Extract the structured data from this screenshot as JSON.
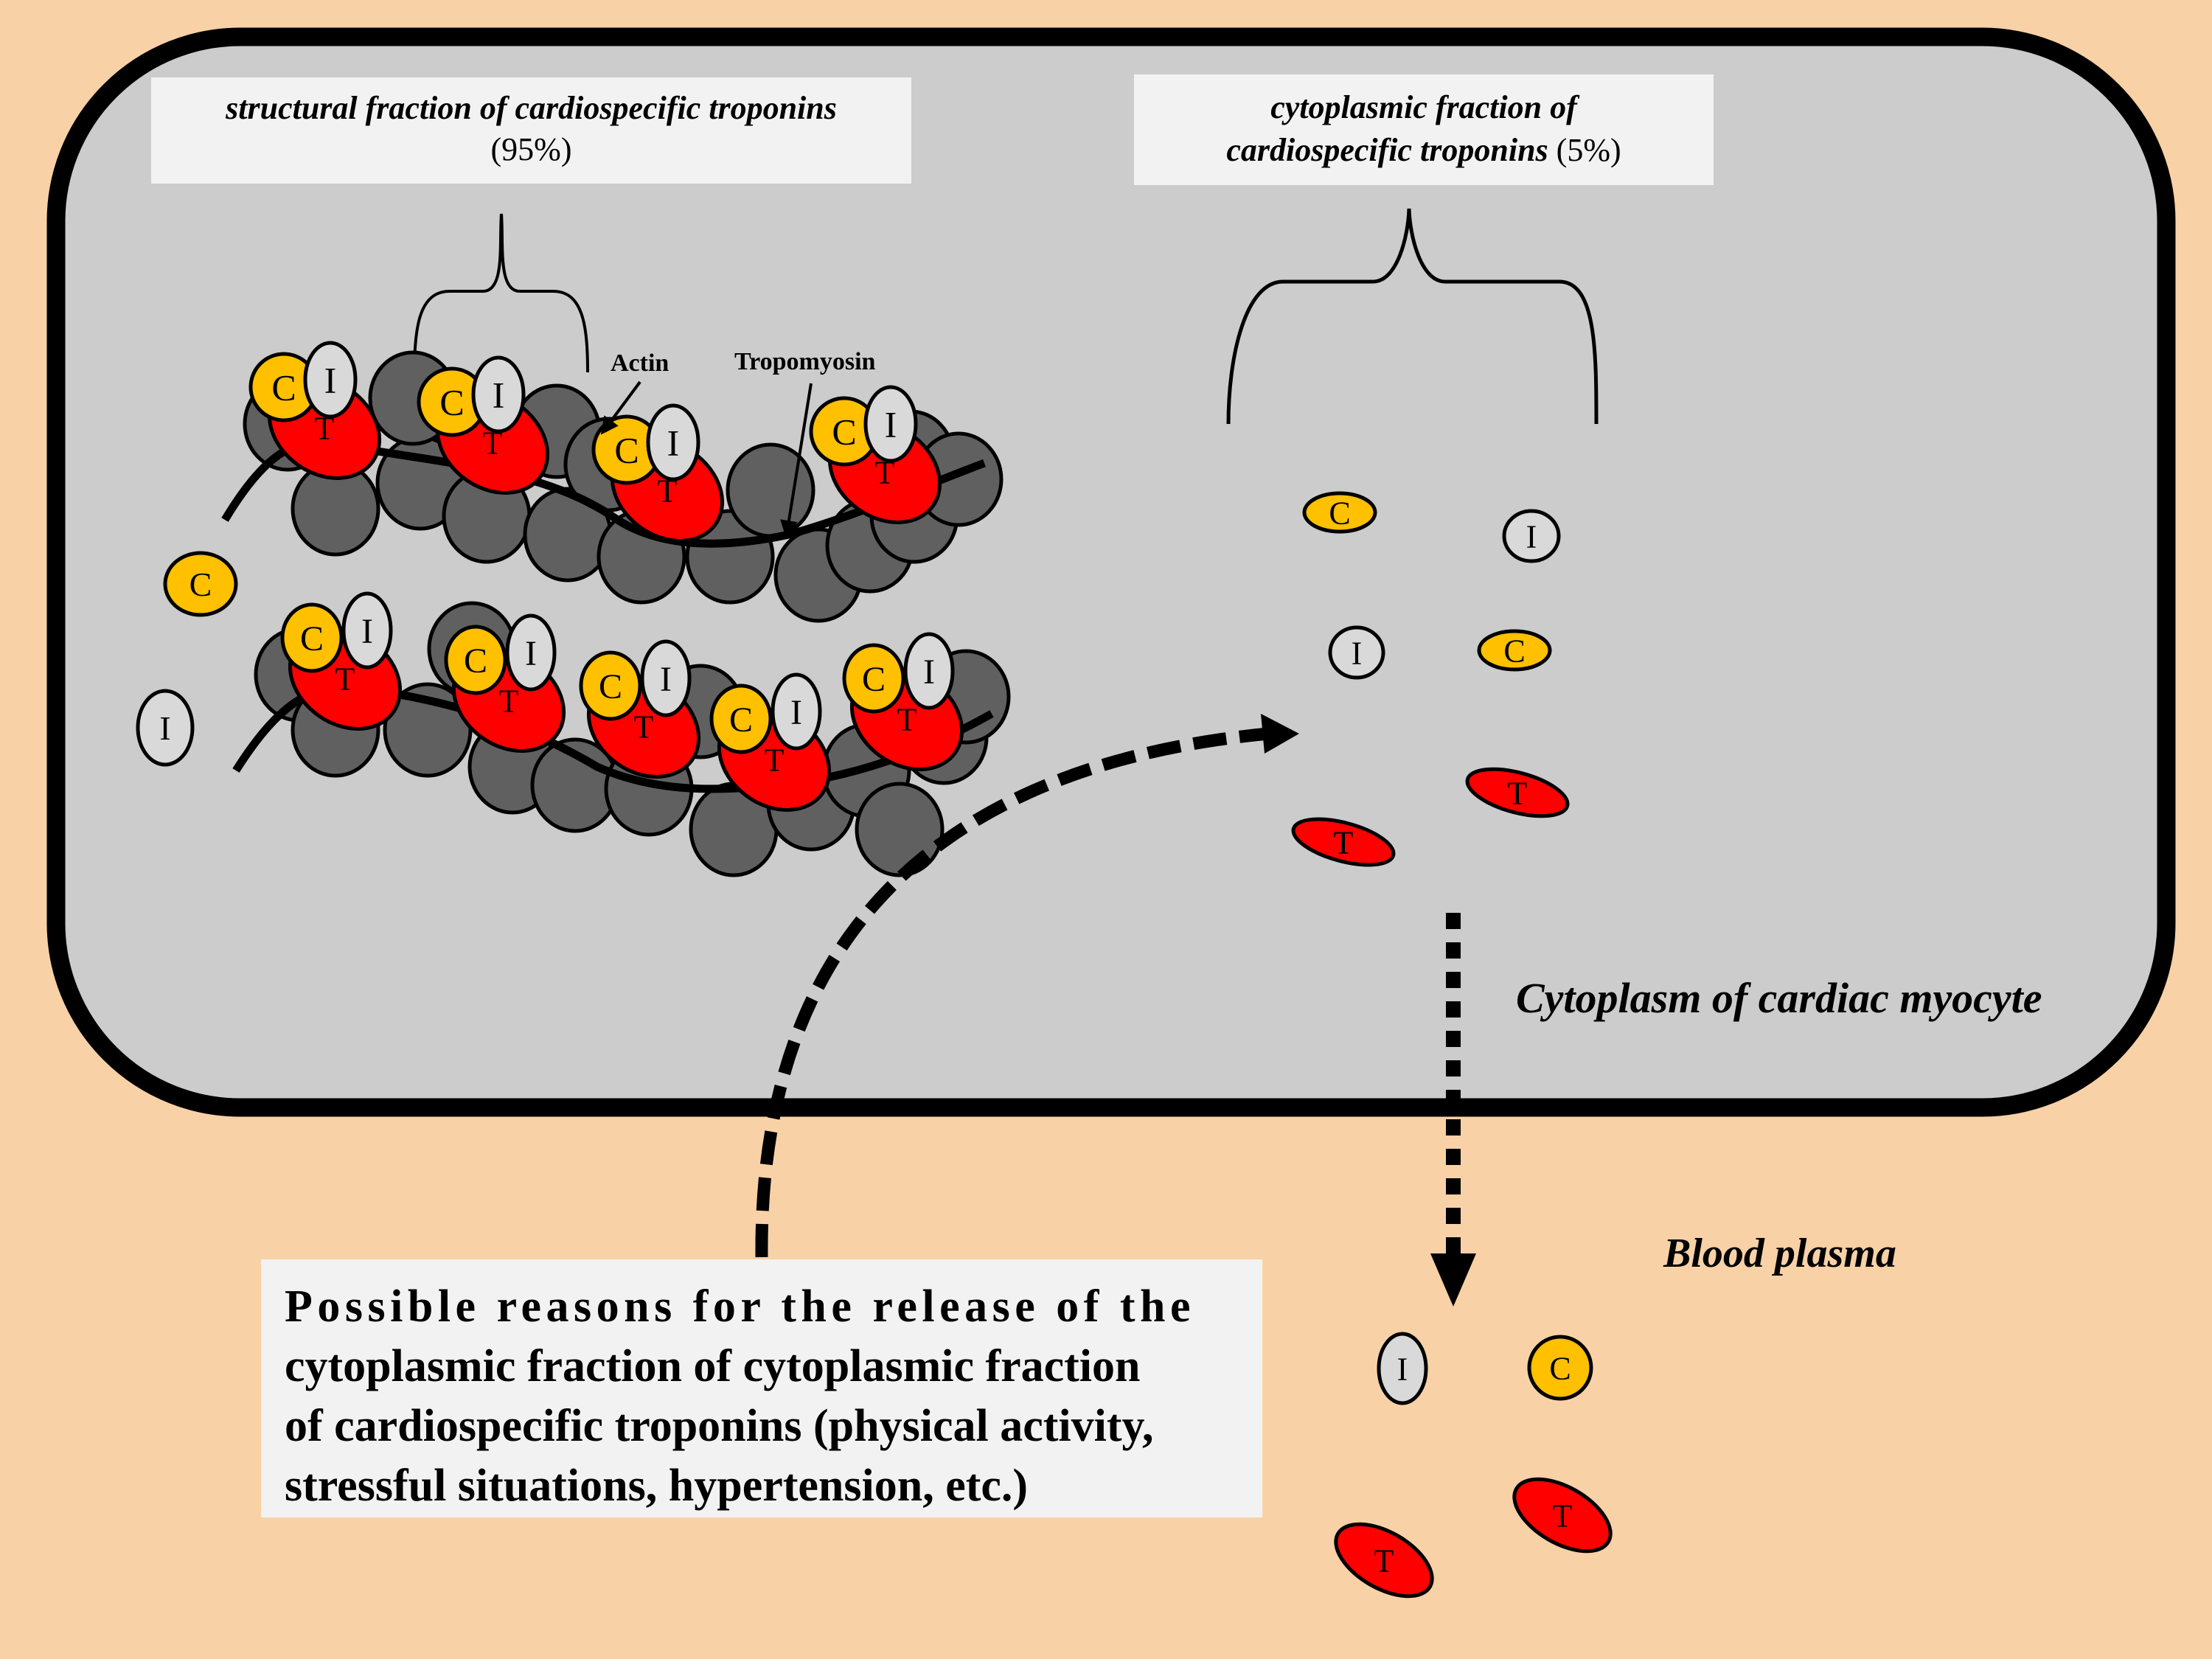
{
  "title_boxes": {
    "structural": {
      "title": "structural fraction of cardiospecific troponins",
      "percent": "(95%)"
    },
    "cytoplasmic": {
      "title_line1": "cytoplasmic fraction of",
      "title_line2": "cardiospecific troponins",
      "percent": "(5%)"
    }
  },
  "annotations": {
    "actin": "Actin",
    "tropomyosin": "Tropomyosin"
  },
  "regions": {
    "cytoplasm": "Cytoplasm of cardiac myocyte",
    "blood_plasma": "Blood plasma"
  },
  "reasons_box": {
    "line1": "Possible reasons for the release of the",
    "line2": "cytoplasmic fraction of cytoplasmic fraction",
    "line3": "of cardiospecific troponins (physical activity,",
    "line4": "stressful situations, hypertension, etc.)"
  },
  "subunits": {
    "C": {
      "letter": "C",
      "name": "troponin C",
      "color": "#ffc000"
    },
    "I": {
      "letter": "I",
      "name": "troponin I",
      "color": "#d9d9d9"
    },
    "T": {
      "letter": "T",
      "name": "troponin T",
      "color": "#ff0000"
    }
  },
  "colors": {
    "background": "#f8d1a6",
    "cytoplasm": "#cccccc",
    "actin": "#606060",
    "label_box": "#f2f2f2",
    "outline": "#000000"
  },
  "structural_fraction": {
    "filaments": 2,
    "complexes_per_filament": [
      4,
      5
    ],
    "free_subunits": [
      "C",
      "I"
    ]
  },
  "cytoplasmic_fraction": {
    "free_subunits": [
      "C",
      "I",
      "I",
      "C",
      "T",
      "T"
    ]
  },
  "blood_plasma": {
    "free_subunits": [
      "I",
      "C",
      "T",
      "T"
    ]
  }
}
